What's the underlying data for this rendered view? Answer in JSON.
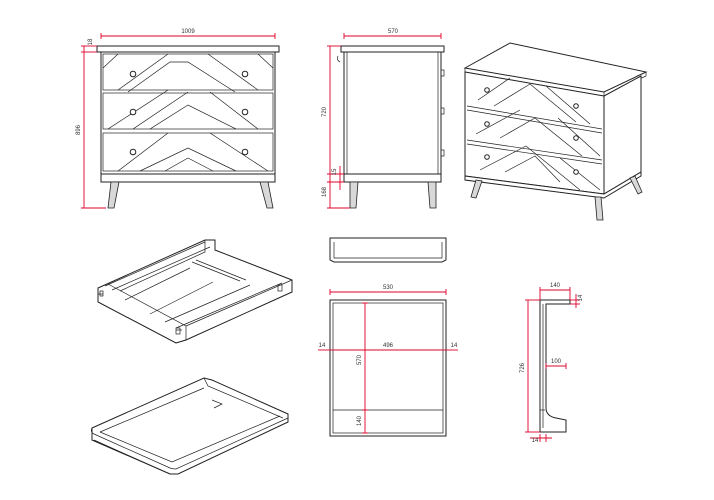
{
  "dimensions": {
    "dresser_width": "1009",
    "dresser_top_thickness": "18",
    "dresser_total_height": "896",
    "dresser_side_depth": "570",
    "dresser_side_body_height": "720",
    "dresser_plinth": "15",
    "dresser_leg_height": "168",
    "tray_width": "530",
    "tray_inner_width": "496",
    "tray_wall_left": "14",
    "tray_wall_right": "14",
    "tray_length": "570",
    "tray_front_section": "140",
    "profile_top_width": "140",
    "profile_top_thickness": "14",
    "profile_height": "726",
    "profile_inner": "100",
    "profile_bottom_thickness": "14"
  },
  "colors": {
    "dimension_line": "#e0002a",
    "outline": "#222222",
    "leg_fill": "#d8d8d8"
  }
}
